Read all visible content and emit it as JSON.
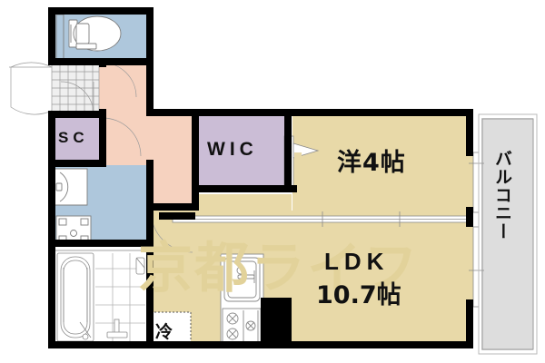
{
  "plan": {
    "type": "japanese-apartment-floorplan",
    "watermark": "京都ライフ",
    "rooms": [
      {
        "key": "toilet",
        "name_ja": "トイレ",
        "label": "",
        "fill": "#aec7dc"
      },
      {
        "key": "entrance",
        "name_ja": "玄関",
        "label": "",
        "fill": "#f6d2bf"
      },
      {
        "key": "sc",
        "name_ja": "シューズクローク",
        "label": "SC",
        "fill": "#cbbdd6"
      },
      {
        "key": "washroom",
        "name_ja": "洗面脱衣室",
        "label": "",
        "fill": "#aec7dc"
      },
      {
        "key": "bath",
        "name_ja": "浴室",
        "label": "",
        "fill": "#ffffff"
      },
      {
        "key": "wic",
        "name_ja": "ウォークインクローゼット",
        "label": "WIC",
        "fill": "#cbbdd6"
      },
      {
        "key": "western",
        "name_ja": "洋室",
        "label": "洋4帖",
        "fill": "#e8d9a8"
      },
      {
        "key": "ldk",
        "name_ja": "リビングダイニングキッチン",
        "label": "LDK",
        "sublabel": "10.7帖",
        "fill": "#e8d9a8"
      },
      {
        "key": "balcony",
        "name_ja": "バルコニー",
        "label": "バルコニー",
        "fill": "#dddddd"
      }
    ],
    "labels": {
      "wic": "WIC",
      "sc": "SC",
      "western": "洋4帖",
      "ldk": "LDK",
      "ldk_size": "10.7帖",
      "balcony": "バルコニー",
      "fridge": "冷"
    },
    "fixtures": [
      {
        "name": "toilet-fixture",
        "room": "toilet"
      },
      {
        "name": "washbasin-fixture",
        "room": "washroom"
      },
      {
        "name": "washer-pan",
        "room": "washroom"
      },
      {
        "name": "bathtub-fixture",
        "room": "bath"
      },
      {
        "name": "sink-fixture",
        "room": "ldk"
      },
      {
        "name": "stove-fixture",
        "room": "ldk"
      },
      {
        "name": "fridge-space",
        "room": "ldk"
      }
    ],
    "colors": {
      "wall": "#000000",
      "water_room": "#aec7dc",
      "entrance": "#f6d2bf",
      "closet": "#cbbdd6",
      "living": "#e8d9a8",
      "balcony": "#dddddd",
      "watermark": "#e2d29a",
      "text": "#111111"
    }
  }
}
